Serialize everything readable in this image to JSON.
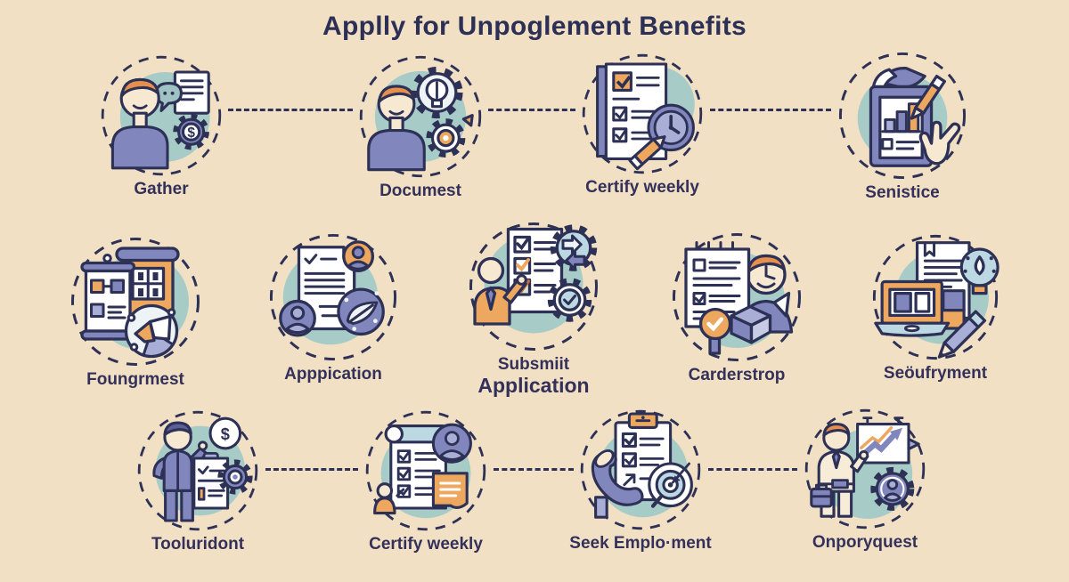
{
  "title": "Applly for Unpoglement Benefits",
  "colors": {
    "background": "#f2e0c5",
    "ink": "#2e3156",
    "purple": "#8187bd",
    "light_purple": "#a9aed6",
    "orange": "#eda75f",
    "hair_orange": "#e78f4c",
    "teal_blob": "#a7cbc7",
    "cream": "#f7e8d2",
    "light_blue": "#bcd8e2",
    "paper": "#ffffff"
  },
  "steps": [
    {
      "id": "gather",
      "row": 1,
      "label": "Gather",
      "icon": "person-speech-document-dollar-gear-icon"
    },
    {
      "id": "documest",
      "row": 1,
      "label": "Documest",
      "icon": "person-lightbulb-gears-icon"
    },
    {
      "id": "certify-weekly-1",
      "row": 1,
      "label": "Certify weekly",
      "icon": "checklist-clock-pencil-icon"
    },
    {
      "id": "senistice",
      "row": 1,
      "label": "Senistice",
      "icon": "clipboard-barchart-pencil-hand-icon"
    },
    {
      "id": "foungrmest",
      "row": 2,
      "label": "Foungrmest",
      "icon": "charts-boards-megaphone-icon"
    },
    {
      "id": "apppication",
      "row": 2,
      "label": "Apppication",
      "icon": "document-avatars-feather-icon"
    },
    {
      "id": "subsmiit-application",
      "row": 2,
      "label": "Subsmiit",
      "label2": "Application",
      "icon": "person-checklist-gears-icon"
    },
    {
      "id": "carderstrop",
      "row": 2,
      "label": "Carderstrop",
      "icon": "notebook-clockface-person-box-magnifier-icon"
    },
    {
      "id": "seoufryment",
      "row": 2,
      "label": "Seöufryment",
      "icon": "laptop-document-gauge-pencil-icon"
    },
    {
      "id": "tooluridont",
      "row": 3,
      "label": "Tooluridont",
      "icon": "worker-dollar-clipboard-gear-icon"
    },
    {
      "id": "certify-weekly-2",
      "row": 3,
      "label": "Certify weekly",
      "icon": "scroll-checklist-avatar-document-icon"
    },
    {
      "id": "seek-emploment",
      "row": 3,
      "label": "Seek Emplo·ment",
      "icon": "clipboard-phone-target-icon"
    },
    {
      "id": "onporyquest",
      "row": 3,
      "label": "Onporyquest",
      "icon": "presenter-chart-gear-briefcase-icon"
    }
  ]
}
